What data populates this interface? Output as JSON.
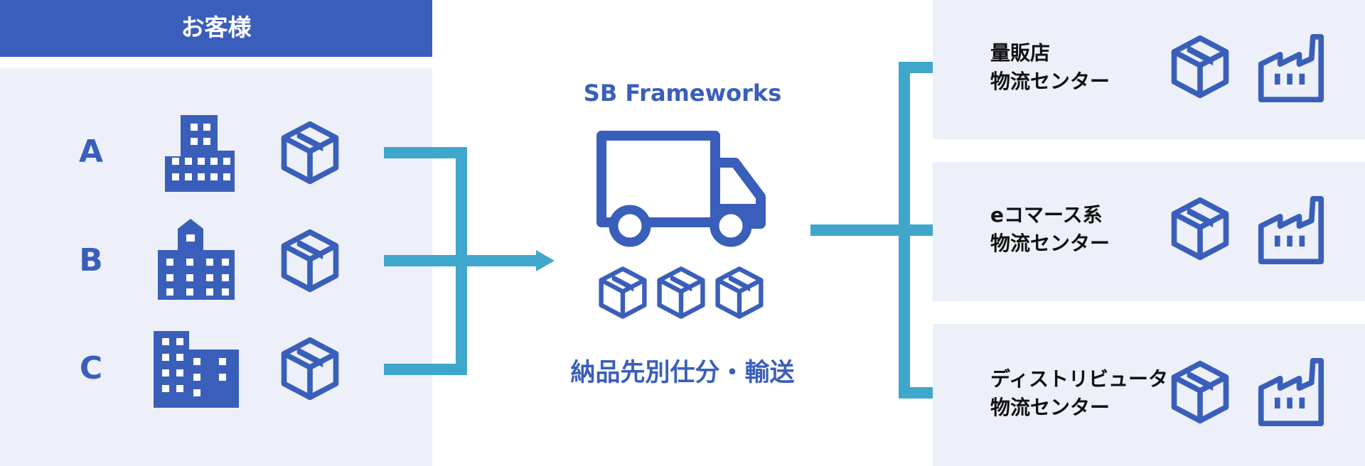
{
  "header": {
    "title": "お客様"
  },
  "customers": [
    {
      "label": "A",
      "building_icon": "office-building-icon",
      "package_icon": "package-box-icon"
    },
    {
      "label": "B",
      "building_icon": "tower-building-icon",
      "package_icon": "package-box-icon"
    },
    {
      "label": "C",
      "building_icon": "wide-building-icon",
      "package_icon": "package-box-icon"
    }
  ],
  "center": {
    "title": "SB Frameworks",
    "icon": "delivery-truck-icon",
    "caption": "納品先別仕分・輸送"
  },
  "destinations": [
    {
      "line1": "量販店",
      "line2": "物流センター",
      "package_icon": "package-box-icon",
      "facility_icon": "factory-icon"
    },
    {
      "line1": "eコマース系",
      "line2": "物流センター",
      "package_icon": "package-box-icon",
      "facility_icon": "factory-icon"
    },
    {
      "line1": "ディストリビュータ",
      "line2": "物流センター",
      "package_icon": "package-box-icon",
      "facility_icon": "factory-icon"
    }
  ],
  "colors": {
    "primary": "#3a5fba",
    "arrow": "#3fa6cc",
    "panel": "#edf0f8",
    "text": "#111111"
  }
}
